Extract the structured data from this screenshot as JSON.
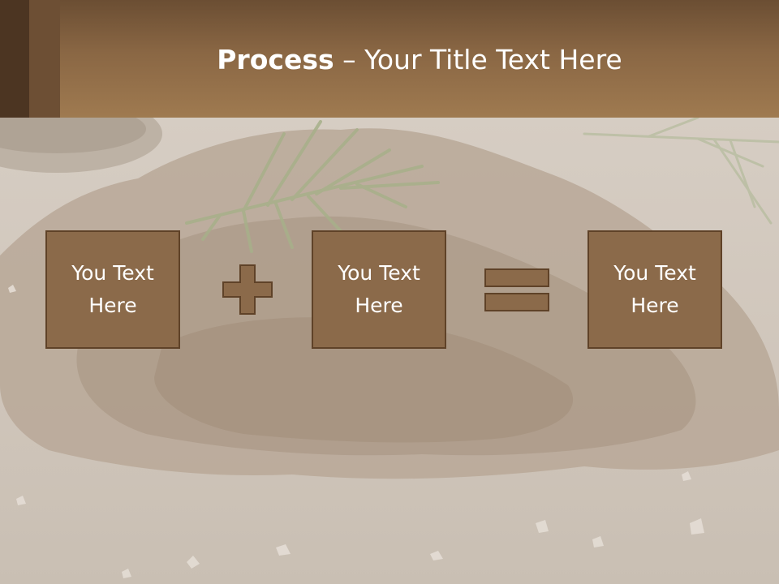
{
  "title": {
    "bold": "Process",
    "rest": " – Your Title Text Here"
  },
  "boxes": [
    {
      "text": "You Text\nHere"
    },
    {
      "text": "You Text\nHere"
    },
    {
      "text": "You Text\nHere"
    }
  ],
  "operators": {
    "first": "plus-icon",
    "second": "equals-icon"
  },
  "colors": {
    "header": "#8a6744",
    "box_fill": "#8b6a4a",
    "box_border": "#5f4228",
    "text": "#ffffff"
  }
}
